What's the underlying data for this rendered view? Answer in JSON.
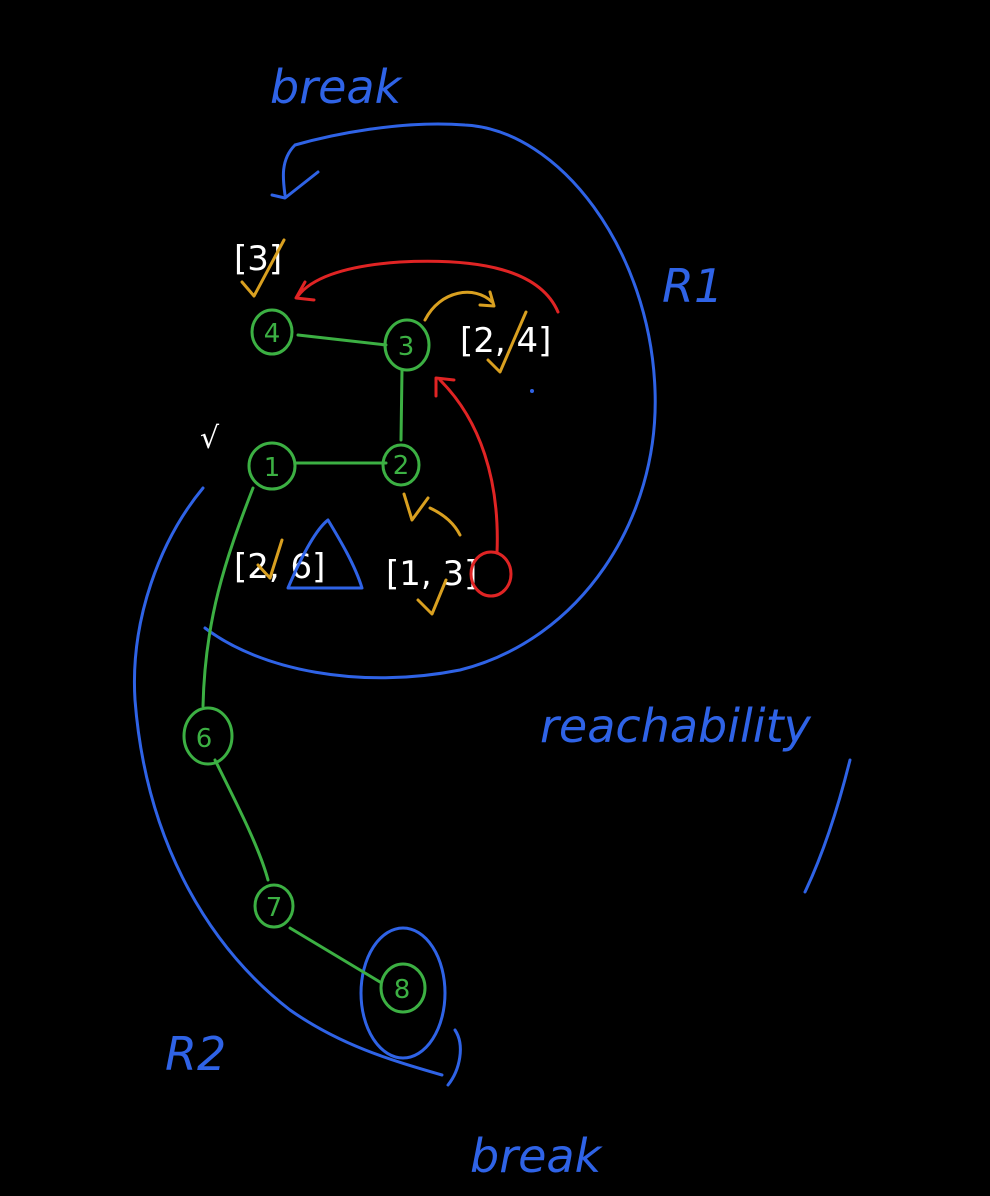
{
  "colors": {
    "background": "#000000",
    "green": "#3cb043",
    "blue": "#2f63e6",
    "red": "#e02424",
    "orange": "#d9a020",
    "white": "#ffffff"
  },
  "labels": {
    "break_top": "break",
    "break_bottom": "break",
    "r1": "R1",
    "r2": "R2",
    "reachability": "reachability"
  },
  "nodes": [
    {
      "id": "4",
      "label": "4"
    },
    {
      "id": "3",
      "label": "3"
    },
    {
      "id": "1",
      "label": "1"
    },
    {
      "id": "2",
      "label": "2"
    },
    {
      "id": "6",
      "label": "6"
    },
    {
      "id": "7",
      "label": "7"
    },
    {
      "id": "8",
      "label": "8"
    }
  ],
  "edges": [
    {
      "from": "4",
      "to": "3"
    },
    {
      "from": "3",
      "to": "2"
    },
    {
      "from": "1",
      "to": "2"
    },
    {
      "from": "1",
      "to": "6"
    },
    {
      "from": "6",
      "to": "7"
    },
    {
      "from": "7",
      "to": "8"
    }
  ],
  "lists": {
    "list_3": "[3]",
    "list_2_4": "[2, 4]",
    "list_2_6": "[2, 6]",
    "list_1_3": "[1, 3]"
  },
  "marks": {
    "check_near_1": "√"
  }
}
